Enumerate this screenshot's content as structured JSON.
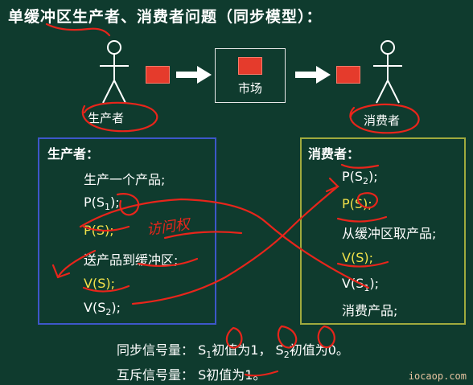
{
  "title": "单缓冲区生产者、消费者问题（同步模型）：",
  "diagram": {
    "producer_label": "生产者",
    "market_label": "市场",
    "consumer_label": "消费者"
  },
  "producer": {
    "heading": "生产者：",
    "lines": [
      {
        "text": "生产一个产品;"
      },
      {
        "pre": "P(S",
        "sub": "1",
        "post": ");"
      },
      {
        "text": "P(S);"
      },
      {
        "text": "送产品到缓冲区;"
      },
      {
        "text": "V(S);"
      },
      {
        "pre": "V(S",
        "sub": "2",
        "post": ");"
      }
    ]
  },
  "consumer": {
    "heading": "消费者：",
    "lines": [
      {
        "pre": "P(S",
        "sub": "2",
        "post": ");"
      },
      {
        "text": "P(S);"
      },
      {
        "text": "从缓冲区取产品;"
      },
      {
        "text": "V(S);"
      },
      {
        "pre": "V(S",
        "sub": "1",
        "post": ");"
      },
      {
        "text": "消费产品;"
      }
    ]
  },
  "notes": {
    "sync_label": "同步信号量：",
    "s1_prefix": "S",
    "s1_sub": "1",
    "s1_init": "初值为1，",
    "s2_prefix": "S",
    "s2_sub": "2",
    "s2_init": "初值为0。",
    "mutex_label": "互斥信号量：",
    "mutex_text": "S初值为1。"
  },
  "annotation": "访问权",
  "watermark": "iocaop.com",
  "colors": {
    "background": "#0f3b2e",
    "block": "#e53b2c",
    "producer_border": "#3d57c9",
    "consumer_border": "#a0aa3e",
    "highlight_text": "#f2e24a",
    "ink": "#e8251b"
  }
}
